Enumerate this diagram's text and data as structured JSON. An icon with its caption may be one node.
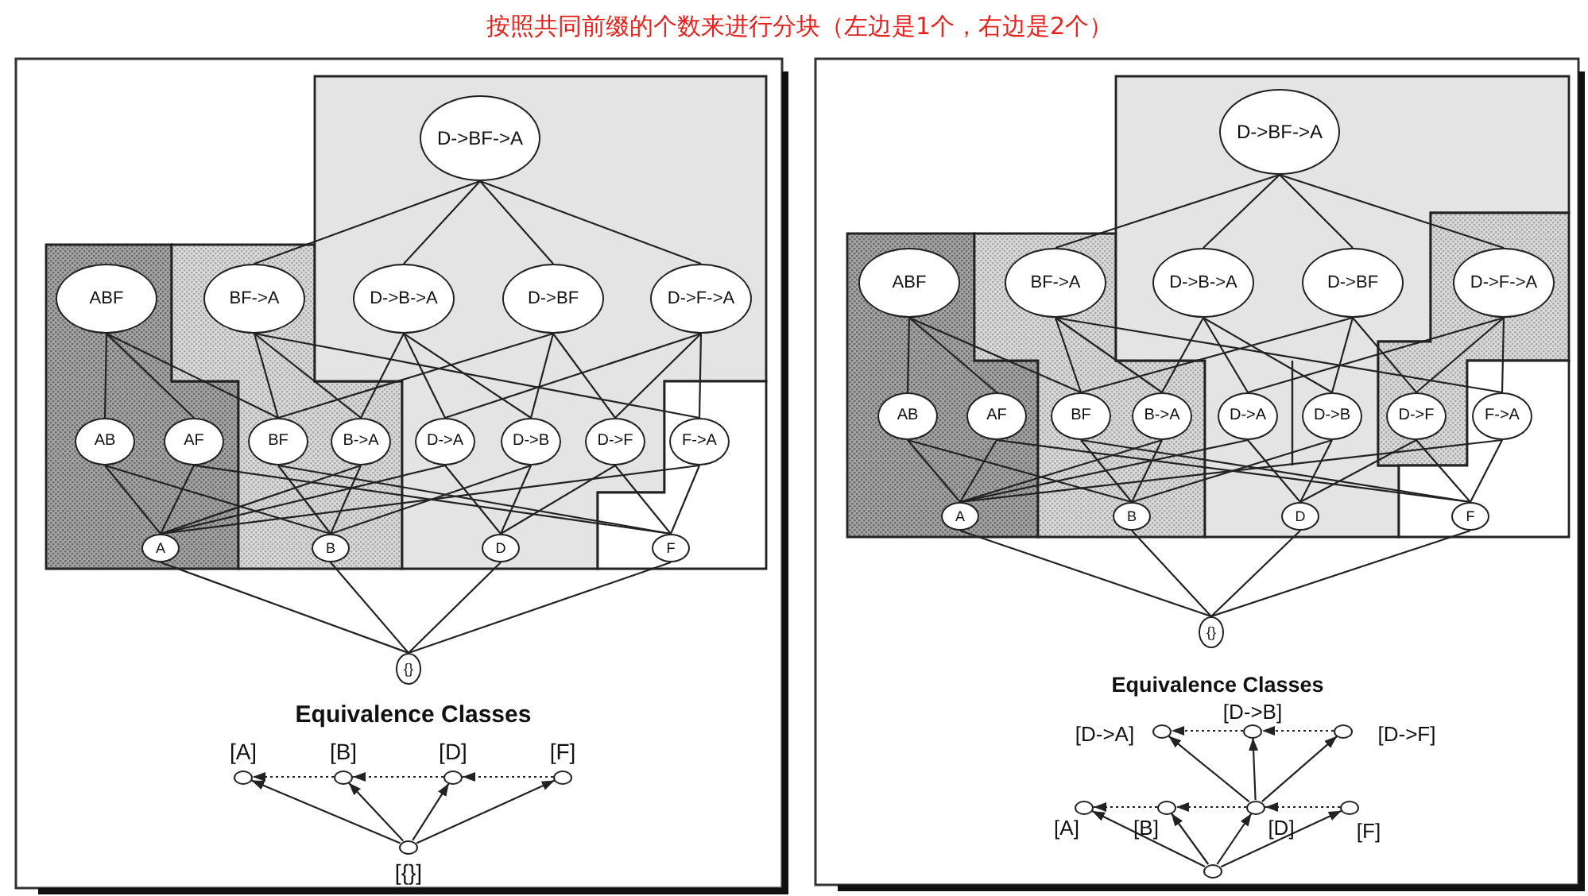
{
  "diagram": {
    "title": "按照共同前缀的个数来进行分块（左边是1个，右边是2个）",
    "nodes": [
      {
        "text": [
          "D->BF->A"
        ]
      },
      {
        "text": [
          "ABF"
        ]
      },
      {
        "text": [
          "BF->A"
        ]
      },
      {
        "text": [
          "D->B->A"
        ]
      },
      {
        "text": [
          "D->BF"
        ]
      },
      {
        "text": [
          "D->F->A"
        ]
      },
      {
        "text": [
          "AB"
        ]
      },
      {
        "text": [
          "AF"
        ]
      },
      {
        "text": [
          "BF"
        ]
      },
      {
        "text": [
          "B->A"
        ]
      },
      {
        "text": [
          "D->A"
        ]
      },
      {
        "text": [
          "D->B"
        ]
      },
      {
        "text": [
          "D->F"
        ]
      },
      {
        "text": [
          "F->A"
        ]
      },
      {
        "text": [
          "A"
        ]
      },
      {
        "text": [
          "B"
        ]
      },
      {
        "text": [
          "D"
        ]
      },
      {
        "text": [
          "F"
        ]
      },
      {
        "text": [
          "{}"
        ]
      },
      {
        "text": [],
        "shape": "circle",
        "beside": [
          "[A]"
        ]
      },
      {
        "text": [],
        "shape": "circle",
        "beside": [
          "[B]"
        ]
      },
      {
        "text": [],
        "shape": "circle",
        "beside": [
          "[D]"
        ]
      },
      {
        "text": [],
        "shape": "circle",
        "beside": [
          "[F]"
        ]
      },
      {
        "text": [],
        "shape": "circle",
        "beside": [
          "[{}]"
        ]
      },
      {
        "text": [
          "D->BF->A"
        ]
      },
      {
        "text": [
          "ABF"
        ]
      },
      {
        "text": [
          "BF->A"
        ]
      },
      {
        "text": [
          "D->B->A"
        ]
      },
      {
        "text": [
          "D->BF"
        ]
      },
      {
        "text": [
          "D->F->A"
        ]
      },
      {
        "text": [
          "AB"
        ]
      },
      {
        "text": [
          "AF"
        ]
      },
      {
        "text": [
          "BF"
        ]
      },
      {
        "text": [
          "B->A"
        ]
      },
      {
        "text": [
          "D->A"
        ]
      },
      {
        "text": [
          "D->B"
        ]
      },
      {
        "text": [
          "D->F"
        ]
      },
      {
        "text": [
          "F->A"
        ]
      },
      {
        "text": [
          "A"
        ]
      },
      {
        "text": [
          "B"
        ]
      },
      {
        "text": [
          "D"
        ]
      },
      {
        "text": [
          "F"
        ]
      },
      {
        "text": [
          "{}"
        ]
      },
      {
        "text": [],
        "shape": "circle",
        "beside": [
          "[D->A]"
        ]
      },
      {
        "text": [],
        "shape": "circle",
        "beside": [
          "[D->B]"
        ]
      },
      {
        "text": [],
        "shape": "circle",
        "beside": [
          "[D->F]"
        ]
      },
      {
        "text": [],
        "shape": "circle",
        "beside": [
          "[A]"
        ]
      },
      {
        "text": [],
        "shape": "circle",
        "beside": [
          "[B]"
        ]
      },
      {
        "text": [],
        "shape": "circle",
        "beside": [
          "[D]"
        ]
      },
      {
        "text": [],
        "shape": "circle",
        "beside": [
          "[F]"
        ]
      },
      {
        "text": [],
        "shape": "circle"
      }
    ],
    "edges": [
      {
        "from": 0,
        "to": 2,
        "arrow": "none"
      },
      {
        "from": 0,
        "to": 3,
        "arrow": "none"
      },
      {
        "from": 0,
        "to": 4,
        "arrow": "none"
      },
      {
        "from": 0,
        "to": 5,
        "arrow": "none"
      },
      {
        "from": 1,
        "to": 6,
        "arrow": "none"
      },
      {
        "from": 1,
        "to": 7,
        "arrow": "none"
      },
      {
        "from": 1,
        "to": 8,
        "arrow": "none"
      },
      {
        "from": 2,
        "to": 8,
        "arrow": "none"
      },
      {
        "from": 2,
        "to": 9,
        "arrow": "none"
      },
      {
        "from": 2,
        "to": 13,
        "arrow": "none"
      },
      {
        "from": 3,
        "to": 9,
        "arrow": "none"
      },
      {
        "from": 3,
        "to": 10,
        "arrow": "none"
      },
      {
        "from": 3,
        "to": 11,
        "arrow": "none"
      },
      {
        "from": 4,
        "to": 8,
        "arrow": "none"
      },
      {
        "from": 4,
        "to": 11,
        "arrow": "none"
      },
      {
        "from": 4,
        "to": 12,
        "arrow": "none"
      },
      {
        "from": 5,
        "to": 10,
        "arrow": "none"
      },
      {
        "from": 5,
        "to": 12,
        "arrow": "none"
      },
      {
        "from": 5,
        "to": 13,
        "arrow": "none"
      },
      {
        "from": 6,
        "to": 14,
        "arrow": "none"
      },
      {
        "from": 6,
        "to": 15,
        "arrow": "none"
      },
      {
        "from": 7,
        "to": 14,
        "arrow": "none"
      },
      {
        "from": 7,
        "to": 17,
        "arrow": "none"
      },
      {
        "from": 8,
        "to": 15,
        "arrow": "none"
      },
      {
        "from": 8,
        "to": 17,
        "arrow": "none"
      },
      {
        "from": 9,
        "to": 15,
        "arrow": "none"
      },
      {
        "from": 9,
        "to": 14,
        "arrow": "none"
      },
      {
        "from": 10,
        "to": 16,
        "arrow": "none"
      },
      {
        "from": 10,
        "to": 14,
        "arrow": "none"
      },
      {
        "from": 11,
        "to": 16,
        "arrow": "none"
      },
      {
        "from": 11,
        "to": 15,
        "arrow": "none"
      },
      {
        "from": 12,
        "to": 16,
        "arrow": "none"
      },
      {
        "from": 12,
        "to": 17,
        "arrow": "none"
      },
      {
        "from": 13,
        "to": 17,
        "arrow": "none"
      },
      {
        "from": 13,
        "to": 14,
        "arrow": "none"
      },
      {
        "from": 14,
        "to": 18,
        "arrow": "none"
      },
      {
        "from": 15,
        "to": 18,
        "arrow": "none"
      },
      {
        "from": 16,
        "to": 18,
        "arrow": "none"
      },
      {
        "from": 17,
        "to": 18,
        "arrow": "none"
      },
      {
        "from": 23,
        "to": 19,
        "arrow": "to"
      },
      {
        "from": 23,
        "to": 20,
        "arrow": "to"
      },
      {
        "from": 23,
        "to": 21,
        "arrow": "to"
      },
      {
        "from": 23,
        "to": 22,
        "arrow": "to"
      },
      {
        "from": 20,
        "to": 19,
        "arrow": "to",
        "style": "dashed"
      },
      {
        "from": 21,
        "to": 20,
        "arrow": "to",
        "style": "dashed"
      },
      {
        "from": 22,
        "to": 21,
        "arrow": "to",
        "style": "dashed"
      },
      {
        "from": 24,
        "to": 26,
        "arrow": "none"
      },
      {
        "from": 24,
        "to": 27,
        "arrow": "none"
      },
      {
        "from": 24,
        "to": 28,
        "arrow": "none"
      },
      {
        "from": 24,
        "to": 29,
        "arrow": "none"
      },
      {
        "from": 25,
        "to": 30,
        "arrow": "none"
      },
      {
        "from": 25,
        "to": 31,
        "arrow": "none"
      },
      {
        "from": 25,
        "to": 32,
        "arrow": "none"
      },
      {
        "from": 26,
        "to": 32,
        "arrow": "none"
      },
      {
        "from": 26,
        "to": 33,
        "arrow": "none"
      },
      {
        "from": 26,
        "to": 37,
        "arrow": "none"
      },
      {
        "from": 27,
        "to": 33,
        "arrow": "none"
      },
      {
        "from": 27,
        "to": 34,
        "arrow": "none"
      },
      {
        "from": 27,
        "to": 35,
        "arrow": "none"
      },
      {
        "from": 28,
        "to": 32,
        "arrow": "none"
      },
      {
        "from": 28,
        "to": 35,
        "arrow": "none"
      },
      {
        "from": 28,
        "to": 36,
        "arrow": "none"
      },
      {
        "from": 29,
        "to": 34,
        "arrow": "none"
      },
      {
        "from": 29,
        "to": 36,
        "arrow": "none"
      },
      {
        "from": 29,
        "to": 37,
        "arrow": "none"
      },
      {
        "from": 30,
        "to": 38,
        "arrow": "none"
      },
      {
        "from": 30,
        "to": 39,
        "arrow": "none"
      },
      {
        "from": 31,
        "to": 38,
        "arrow": "none"
      },
      {
        "from": 31,
        "to": 41,
        "arrow": "none"
      },
      {
        "from": 32,
        "to": 39,
        "arrow": "none"
      },
      {
        "from": 32,
        "to": 41,
        "arrow": "none"
      },
      {
        "from": 33,
        "to": 39,
        "arrow": "none"
      },
      {
        "from": 33,
        "to": 38,
        "arrow": "none"
      },
      {
        "from": 34,
        "to": 40,
        "arrow": "none"
      },
      {
        "from": 34,
        "to": 38,
        "arrow": "none"
      },
      {
        "from": 35,
        "to": 40,
        "arrow": "none"
      },
      {
        "from": 35,
        "to": 39,
        "arrow": "none"
      },
      {
        "from": 36,
        "to": 40,
        "arrow": "none"
      },
      {
        "from": 36,
        "to": 41,
        "arrow": "none"
      },
      {
        "from": 37,
        "to": 41,
        "arrow": "none"
      },
      {
        "from": 37,
        "to": 38,
        "arrow": "none"
      },
      {
        "from": 38,
        "to": 42,
        "arrow": "none"
      },
      {
        "from": 39,
        "to": 42,
        "arrow": "none"
      },
      {
        "from": 40,
        "to": 42,
        "arrow": "none"
      },
      {
        "from": 41,
        "to": 42,
        "arrow": "none"
      },
      {
        "from": 50,
        "to": 46,
        "arrow": "to"
      },
      {
        "from": 50,
        "to": 47,
        "arrow": "to"
      },
      {
        "from": 50,
        "to": 48,
        "arrow": "to"
      },
      {
        "from": 50,
        "to": 49,
        "arrow": "to"
      },
      {
        "from": 48,
        "to": 43,
        "arrow": "to"
      },
      {
        "from": 48,
        "to": 44,
        "arrow": "to"
      },
      {
        "from": 48,
        "to": 45,
        "arrow": "to"
      },
      {
        "from": 47,
        "to": 46,
        "arrow": "to",
        "style": "dashed"
      },
      {
        "from": 48,
        "to": 47,
        "arrow": "to",
        "style": "dashed"
      },
      {
        "from": 49,
        "to": 48,
        "arrow": "to",
        "style": "dashed"
      },
      {
        "from": 44,
        "to": 43,
        "arrow": "to",
        "style": "dashed"
      },
      {
        "from": 45,
        "to": 44,
        "arrow": "to",
        "style": "dashed"
      }
    ],
    "labels": [
      "Equivalence Classes",
      "Equivalence Classes"
    ]
  }
}
